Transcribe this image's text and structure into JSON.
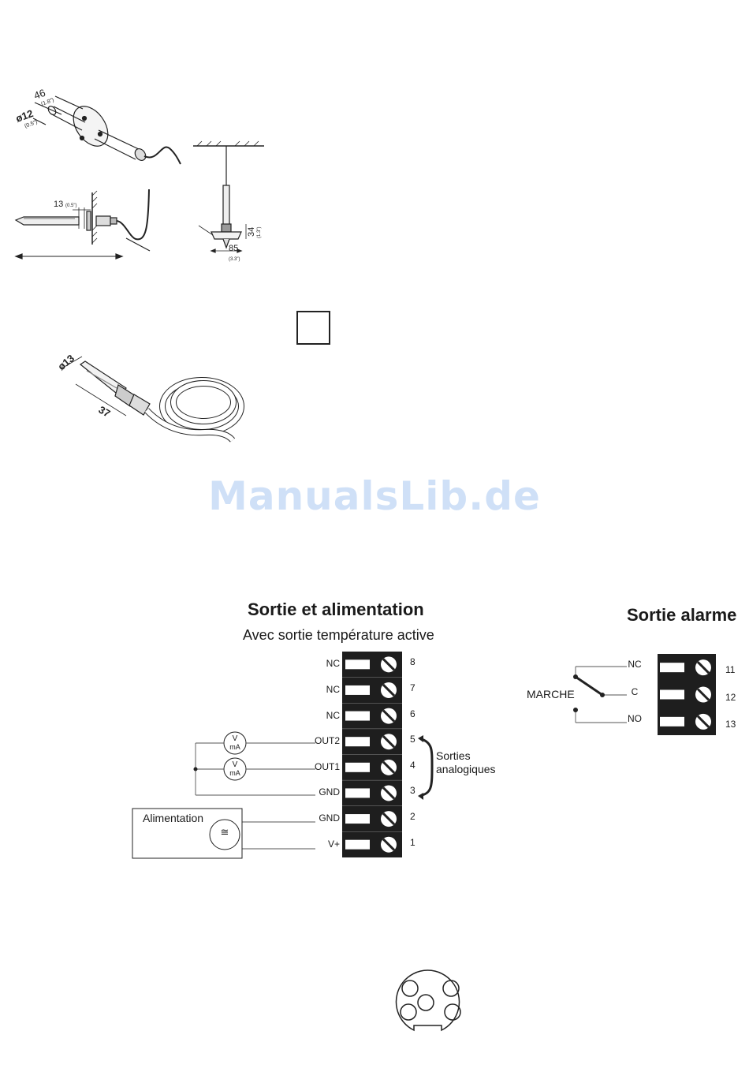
{
  "watermark": "ManualsLib.de",
  "probe_dims": {
    "dia12": "ø12",
    "dia12_in": "(0.5\")",
    "len46": "46",
    "len46_in": "(1.8\")",
    "len13": "13",
    "len13_in": "(0.5\")",
    "len34": "34",
    "len34_in": "(1.3\")",
    "len85": "85",
    "len85_in": "(3.3\")"
  },
  "connector_dims": {
    "dia13": "ø13",
    "len37": "37"
  },
  "output_diagram": {
    "title": "Sortie et alimentation",
    "subtitle": "Avec sortie température active",
    "terminals": [
      {
        "label": "NC",
        "num": "8"
      },
      {
        "label": "NC",
        "num": "7"
      },
      {
        "label": "NC",
        "num": "6"
      },
      {
        "label": "OUT2",
        "num": "5"
      },
      {
        "label": "OUT1",
        "num": "4"
      },
      {
        "label": "GND",
        "num": "3"
      },
      {
        "label": "GND",
        "num": "2"
      },
      {
        "label": "V+",
        "num": "1"
      }
    ],
    "meter_label_top": "V",
    "meter_label_bottom": "mA",
    "analog_label_1": "Sorties",
    "analog_label_2": "analogiques",
    "power_label": "Alimentation",
    "power_symbol": "≅"
  },
  "alarm_diagram": {
    "title": "Sortie alarme",
    "switch_label": "MARCHE",
    "terminals": [
      {
        "label": "NC",
        "num": "11"
      },
      {
        "label": "C",
        "num": "12"
      },
      {
        "label": "NO",
        "num": "13"
      }
    ]
  }
}
